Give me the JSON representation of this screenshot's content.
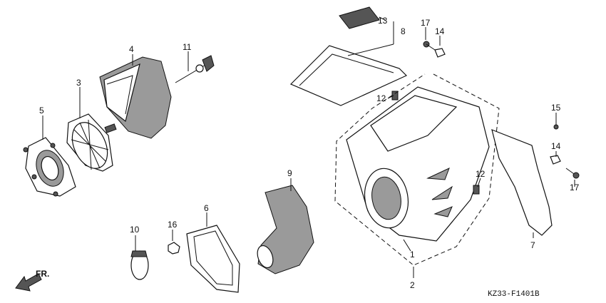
{
  "callouts": {
    "p1": "1",
    "p2": "2",
    "p3": "3",
    "p4": "4",
    "p5": "5",
    "p6": "6",
    "p7": "7",
    "p8": "8",
    "p9": "9",
    "p10": "10",
    "p11": "11",
    "p12a": "12",
    "p12b": "12",
    "p13": "13",
    "p14a": "14",
    "p14b": "14",
    "p15": "15",
    "p16": "16",
    "p17a": "17",
    "p17b": "17"
  },
  "front_label": "FR.",
  "diagram_code": "KZ33-F1401B"
}
